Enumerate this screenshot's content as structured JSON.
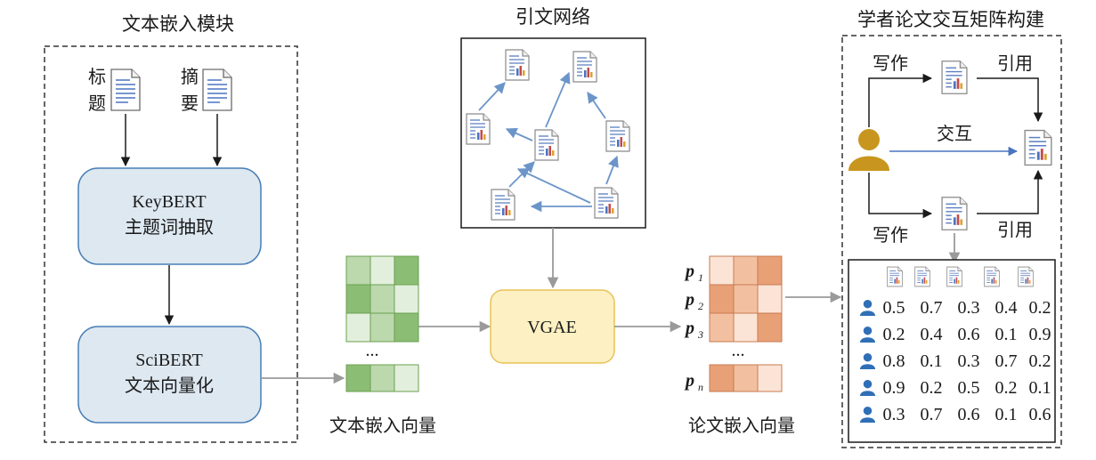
{
  "text_module": {
    "title": "文本嵌入模块",
    "title_label": [
      "标",
      "题"
    ],
    "abstract_label": [
      "摘",
      "要"
    ],
    "keybert_box": [
      "KeyBERT",
      "主题词抽取"
    ],
    "scibert_box": [
      "SciBERT",
      "文本向量化"
    ]
  },
  "citation_network": {
    "title": "引文网络"
  },
  "text_embedding": {
    "label": "文本嵌入向量",
    "ellipsis": "..."
  },
  "vgae": {
    "label": "VGAE"
  },
  "paper_embedding": {
    "label": "论文嵌入向量",
    "ellipsis": "...",
    "rows": [
      {
        "p": "p",
        "sub": "1"
      },
      {
        "p": "p",
        "sub": "2"
      },
      {
        "p": "p",
        "sub": "3"
      },
      {
        "p": "p",
        "sub": "n"
      }
    ]
  },
  "interaction": {
    "title": "学者论文交互矩阵构建",
    "write_top": "写作",
    "cite_top": "引用",
    "interact": "交互",
    "write_bottom": "写作",
    "cite_bottom": "引用",
    "matrix": [
      [
        "0.5",
        "0.7",
        "0.3",
        "0.4",
        "0.2"
      ],
      [
        "0.2",
        "0.4",
        "0.6",
        "0.1",
        "0.9"
      ],
      [
        "0.8",
        "0.1",
        "0.3",
        "0.7",
        "0.2"
      ],
      [
        "0.9",
        "0.2",
        "0.5",
        "0.2",
        "0.1"
      ],
      [
        "0.3",
        "0.7",
        "0.6",
        "0.1",
        "0.6"
      ]
    ]
  },
  "colors": {
    "box_fill": "#dde8f1",
    "box_stroke": "#4a7fb5",
    "vgae_fill": "#fdf0c2",
    "vgae_stroke": "#e8c256",
    "network_arrow": "#6b95c9",
    "gray_arrow": "#9a9a9a",
    "green": [
      "#e3efdd",
      "#bcd8ad",
      "#8cbd74"
    ],
    "orange": [
      "#fbe4d6",
      "#f2c0a1",
      "#e8a077"
    ],
    "scholar_gold": "#c8961e",
    "scholar_blue": "#2f6fb7",
    "interact_arrow": "#4a74c0"
  }
}
